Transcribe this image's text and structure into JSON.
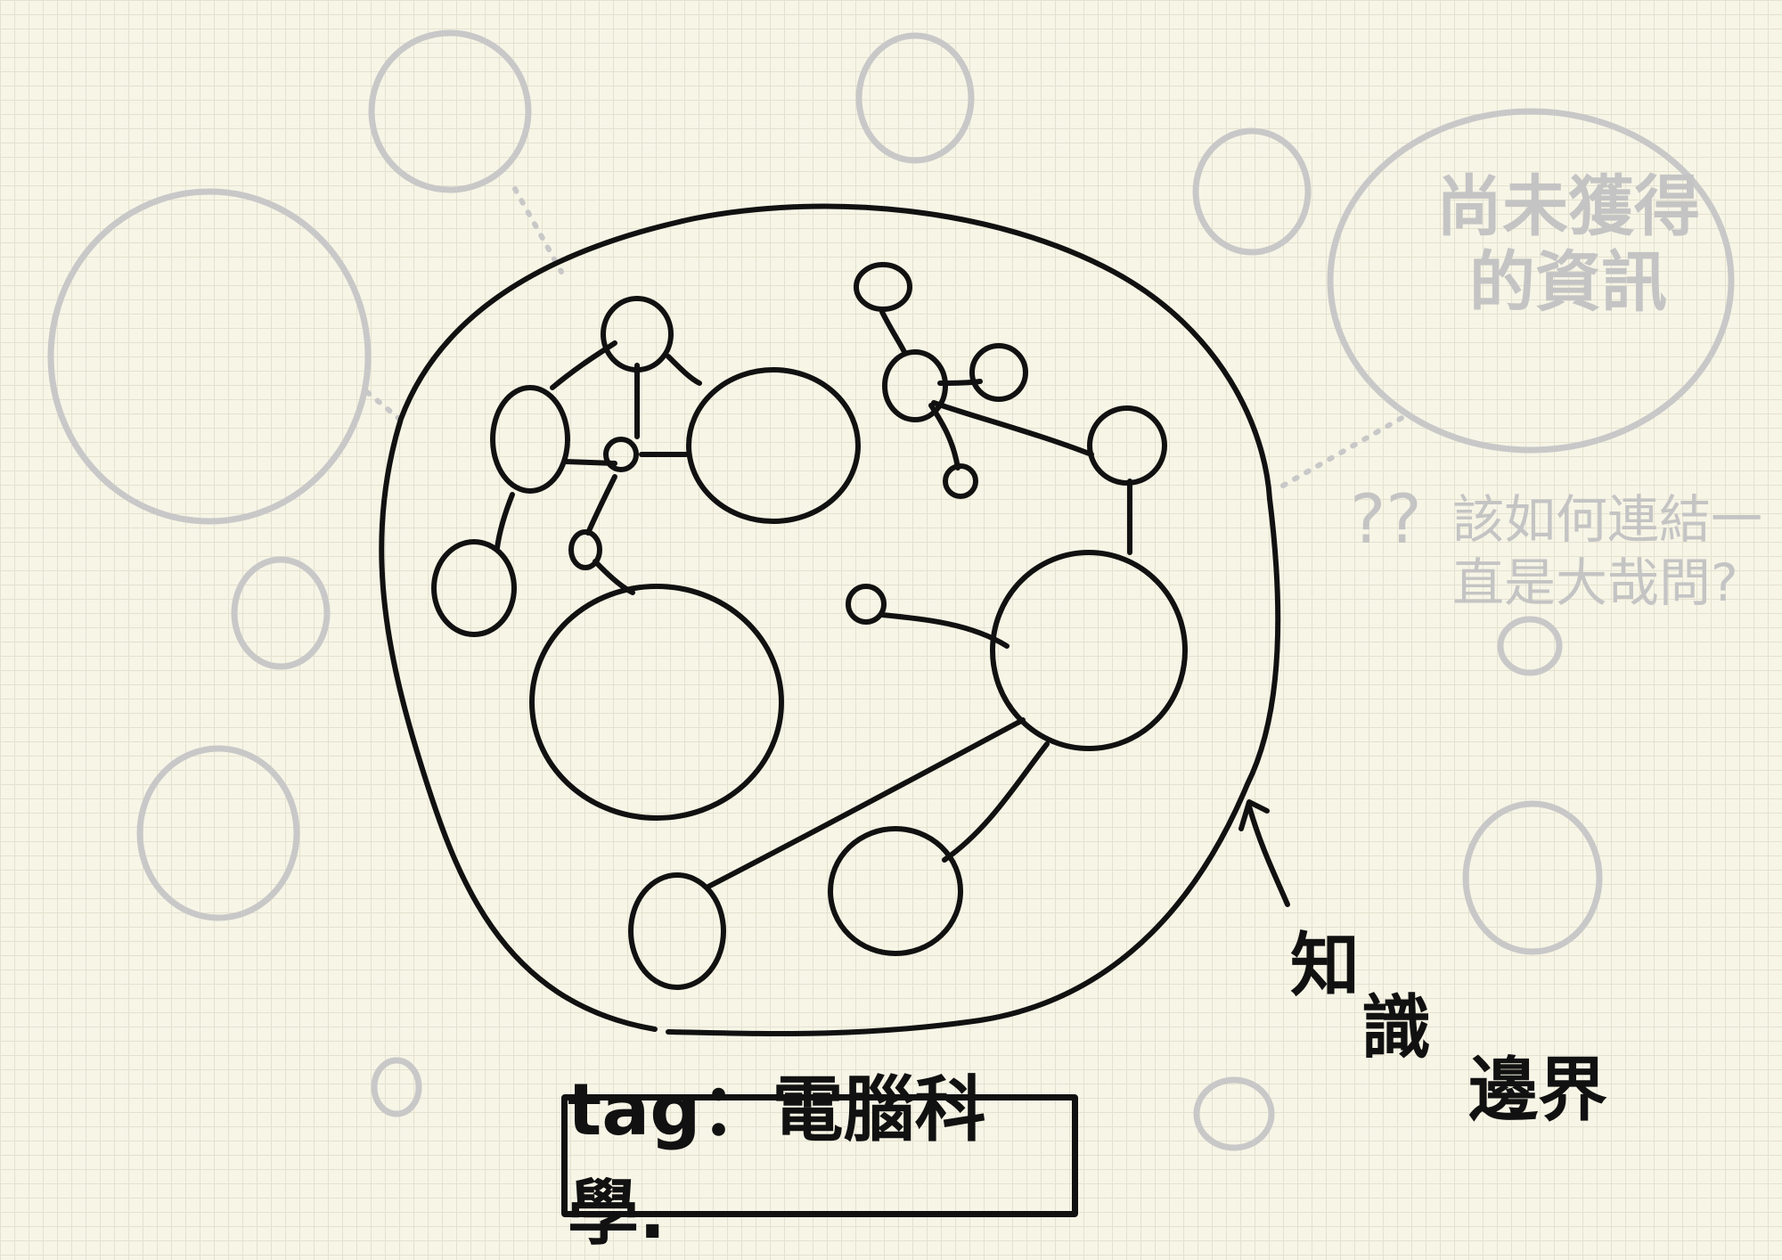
{
  "labels": {
    "unknown_info": "尚未獲得的資訊",
    "question_mark": "??",
    "question_text": "該如何連結一直是大哉問?",
    "boundary_chars": [
      "知",
      "識",
      "邊界"
    ],
    "tag": "tag：電腦科學."
  },
  "colors": {
    "ink": "#111111",
    "ghost": "#c8c8c8",
    "paper": "#f7f5e6",
    "grid": "#e4e1d0"
  }
}
